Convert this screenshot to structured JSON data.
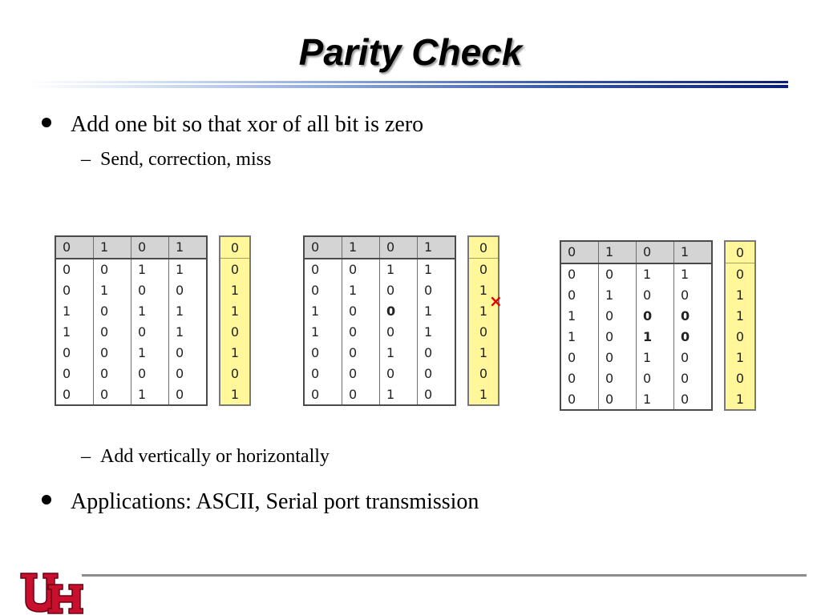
{
  "slide": {
    "title": "Parity Check",
    "bullets": [
      "Add one bit so that xor of all bit is zero",
      "Send, correction, miss",
      "Add vertically or horizontally",
      "Applications: ASCII, Serial port transmission"
    ],
    "dash": "–",
    "error_mark": "×"
  },
  "tables": [
    {
      "header": [
        "0",
        "1",
        "0",
        "1"
      ],
      "rows": [
        [
          "0",
          "0",
          "1",
          "1"
        ],
        [
          "0",
          "1",
          "0",
          "0"
        ],
        [
          "1",
          "0",
          "1",
          "1"
        ],
        [
          "1",
          "0",
          "0",
          "1"
        ],
        [
          "0",
          "0",
          "1",
          "0"
        ],
        [
          "0",
          "0",
          "0",
          "0"
        ],
        [
          "0",
          "0",
          "1",
          "0"
        ]
      ],
      "parity": [
        "0",
        "0",
        "1",
        "1",
        "0",
        "1",
        "0",
        "1"
      ]
    },
    {
      "header": [
        "0",
        "1",
        "0",
        "1"
      ],
      "rows": [
        [
          "0",
          "0",
          "1",
          "1"
        ],
        [
          "0",
          "1",
          "0",
          "0"
        ],
        [
          "1",
          "0",
          "0",
          "1"
        ],
        [
          "1",
          "0",
          "0",
          "1"
        ],
        [
          "0",
          "0",
          "1",
          "0"
        ],
        [
          "0",
          "0",
          "0",
          "0"
        ],
        [
          "0",
          "0",
          "1",
          "0"
        ]
      ],
      "parity": [
        "0",
        "0",
        "1",
        "1",
        "0",
        "1",
        "0",
        "1"
      ]
    },
    {
      "header": [
        "0",
        "1",
        "0",
        "1"
      ],
      "rows": [
        [
          "0",
          "0",
          "1",
          "1"
        ],
        [
          "0",
          "1",
          "0",
          "0"
        ],
        [
          "1",
          "0",
          "0",
          "0"
        ],
        [
          "1",
          "0",
          "1",
          "0"
        ],
        [
          "0",
          "0",
          "1",
          "0"
        ],
        [
          "0",
          "0",
          "0",
          "0"
        ],
        [
          "0",
          "0",
          "1",
          "0"
        ]
      ],
      "parity": [
        "0",
        "0",
        "1",
        "1",
        "0",
        "1",
        "0",
        "1"
      ]
    }
  ],
  "colors": {
    "error": "#e00000",
    "parity_fill": "#fff79a",
    "header_fill": "#d4d4d4",
    "logo_red": "#c8102e"
  },
  "logo": {
    "name": "uh-logo",
    "letters": "UH"
  }
}
